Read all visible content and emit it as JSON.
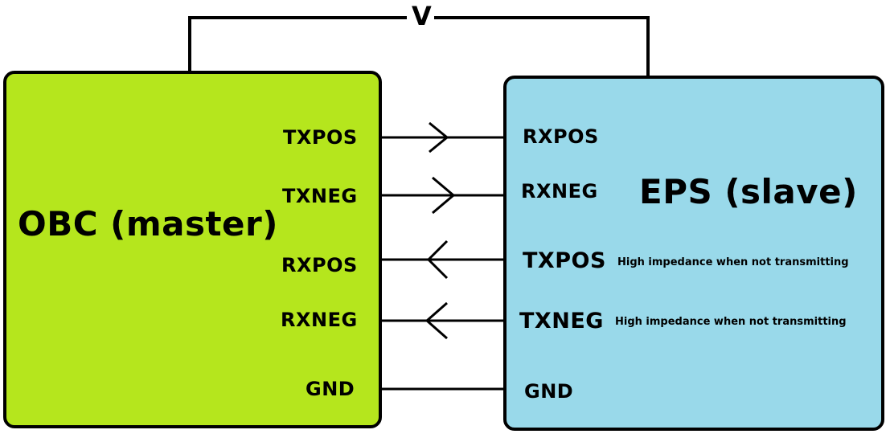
{
  "top_label": "V",
  "colors": {
    "master_fill": "#b5e61d",
    "slave_fill": "#99d9ea",
    "stroke": "#000000"
  },
  "master": {
    "title": "OBC (master)",
    "pins": [
      "TXPOS",
      "TXNEG",
      "RXPOS",
      "RXNEG",
      "GND"
    ]
  },
  "slave": {
    "title": "EPS (slave)",
    "pins": [
      "RXPOS",
      "RXNEG",
      "TXPOS",
      "TXNEG",
      "GND"
    ],
    "notes": {
      "txpos": "High impedance when not transmitting",
      "txneg": "High impedance when not transmitting"
    }
  },
  "links": [
    {
      "from": "TXPOS",
      "to": "RXPOS",
      "direction": "to-slave"
    },
    {
      "from": "TXNEG",
      "to": "RXNEG",
      "direction": "to-slave"
    },
    {
      "from": "RXPOS",
      "to": "TXPOS",
      "direction": "to-master"
    },
    {
      "from": "RXNEG",
      "to": "TXNEG",
      "direction": "to-master"
    },
    {
      "from": "GND",
      "to": "GND",
      "direction": "none"
    }
  ]
}
